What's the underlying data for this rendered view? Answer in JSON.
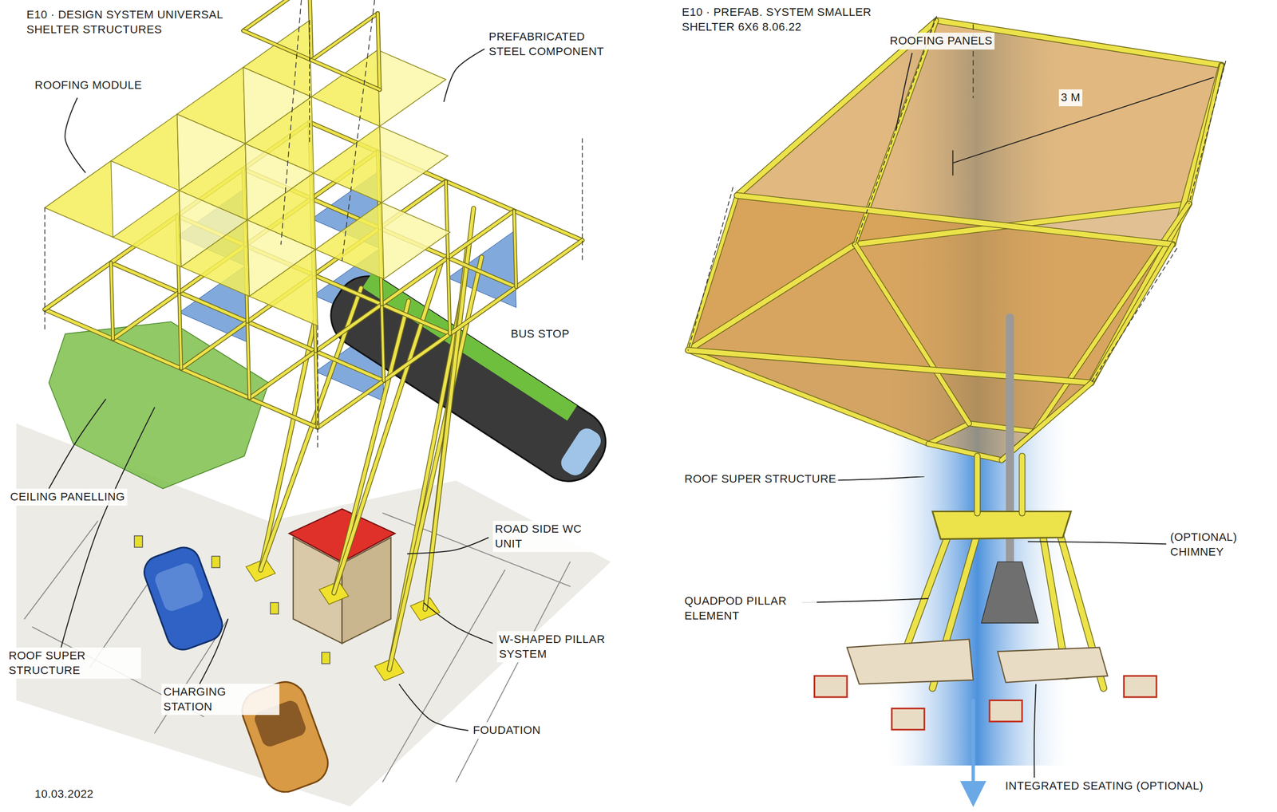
{
  "diagram": {
    "labels": [
      "E10 · DESIGN SYSTEM UNIVERSAL SHELTER STRUCTURES",
      "ROOFING MODULE",
      "PREFABRICATED STEEL COMPONENT",
      "BUS STOP",
      "CEILING PANELLING",
      "ROAD SIDE WC UNIT",
      "ROOF SUPER STRUCTURE",
      "CHARGING STATION",
      "W-SHAPED PILLAR SYSTEM",
      "FOUDATION",
      "10.03.2022",
      "E10 · PREFAB. SYSTEM SMALLER SHELTER 6X6 8.06.22",
      "ROOFING PANELS",
      "3 M",
      "ROOF SUPER STRUCTURE",
      "(OPTIONAL) CHIMNEY",
      "QUADPOD PILLAR ELEMENT",
      "INTEGRATED SEATING (OPTIONAL)"
    ]
  }
}
